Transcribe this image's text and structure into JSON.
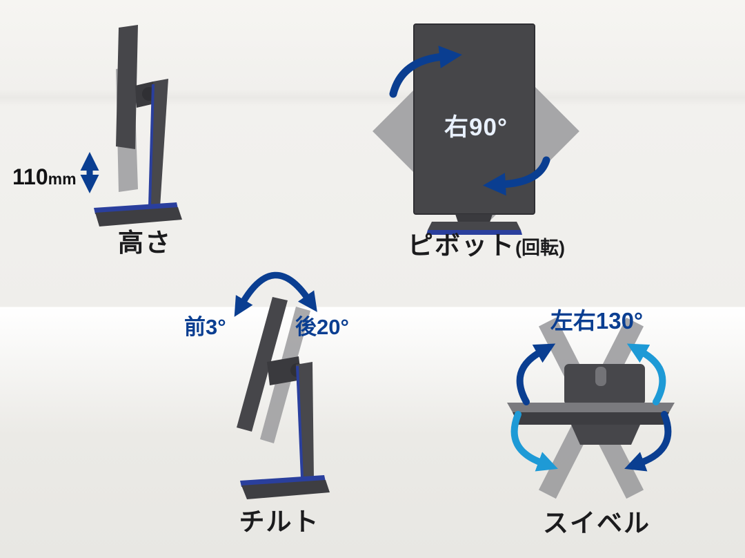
{
  "colors": {
    "background": "#f1f0ed",
    "monitor_body": "#46464a",
    "monitor_ghost": "#9b9b9d",
    "stand_accent_blue": "#2a3f9d",
    "arrow_dark_blue": "#0a3e91",
    "arrow_light_blue": "#1e9ad6",
    "caption_text": "#1b1b1d",
    "angle_label_blue": "#0a3e91",
    "pivot_angle_text": "#e9f1fe"
  },
  "height_adjust": {
    "measure_value": "110",
    "measure_unit": "mm",
    "caption": "高さ"
  },
  "pivot": {
    "angle_label": "右90°",
    "caption": "ピボット",
    "caption_sub": "(回転)"
  },
  "tilt": {
    "front_angle_label": "前3°",
    "back_angle_label": "後20°",
    "caption": "チルト"
  },
  "swivel": {
    "range_label": "左右130°",
    "caption": "スイベル"
  }
}
